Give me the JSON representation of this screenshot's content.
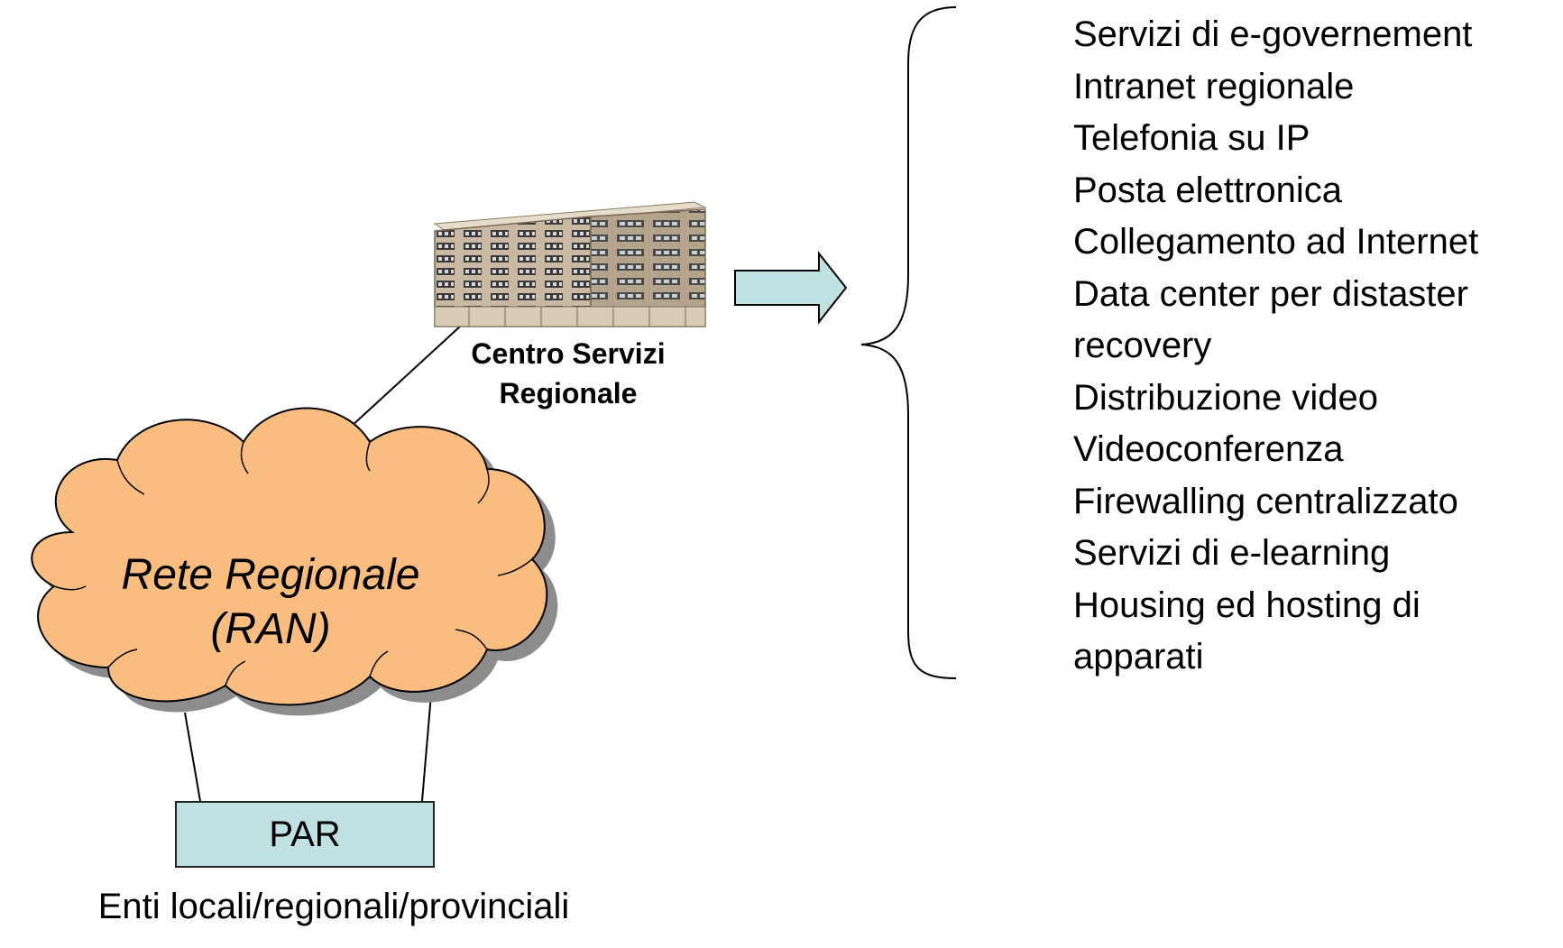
{
  "cloud": {
    "line1": "Rete Regionale",
    "line2": "(RAN)",
    "fill_color": "#f9bd7f",
    "shadow_color": "#808080"
  },
  "building": {
    "icon": "office-building-icon",
    "label_line1": "Centro Servizi",
    "label_line2": "Regionale"
  },
  "par": {
    "label": "PAR",
    "fill_color": "#bfe1e1"
  },
  "arrow": {
    "icon": "right-arrow-icon",
    "fill_color": "#bfe1e1"
  },
  "bracket": {
    "icon": "curly-brace-icon"
  },
  "enti_label": "Enti locali/regionali/provinciali",
  "services": [
    "Servizi di e-governement",
    "Intranet regionale",
    "Telefonia su IP",
    "Posta elettronica",
    "Collegamento ad Internet",
    "Data center per distaster",
    "recovery",
    "Distribuzione video",
    "Videoconferenza",
    "Firewalling centralizzato",
    "Servizi di e-learning",
    "Housing ed hosting di",
    "apparati"
  ]
}
